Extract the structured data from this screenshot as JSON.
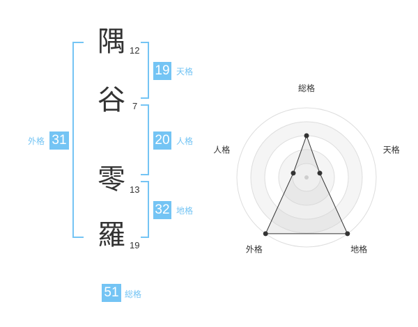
{
  "name": {
    "chars": [
      {
        "char": "隅",
        "strokes": "12"
      },
      {
        "char": "谷",
        "strokes": "7"
      },
      {
        "char": "零",
        "strokes": "13"
      },
      {
        "char": "羅",
        "strokes": "19"
      }
    ]
  },
  "fortunes": {
    "tenkaku": {
      "value": "19",
      "label": "天格"
    },
    "jinkaku": {
      "value": "20",
      "label": "人格"
    },
    "chikaku": {
      "value": "32",
      "label": "地格"
    },
    "gaikaku": {
      "value": "31",
      "label": "外格"
    },
    "soukaku": {
      "value": "51",
      "label": "総格"
    }
  },
  "radar": {
    "axes": [
      "総格",
      "天格",
      "地格",
      "外格",
      "人格"
    ],
    "levels": 5,
    "values": [
      3,
      1,
      5,
      5,
      1
    ],
    "accent": "#74c4f4"
  }
}
